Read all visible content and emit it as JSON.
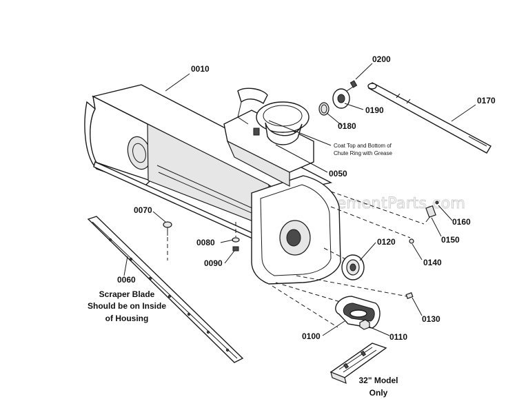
{
  "watermark": "eReplacementParts.com",
  "callouts": {
    "p0010": "0010",
    "p0200": "0200",
    "p0170": "0170",
    "p0190": "0190",
    "p0180": "0180",
    "p0050": "0050",
    "p0160": "0160",
    "p0150": "0150",
    "p0070": "0070",
    "p0080": "0080",
    "p0090": "0090",
    "p0120": "0120",
    "p0140": "0140",
    "p0060": "0060",
    "p0130": "0130",
    "p0100": "0100",
    "p0110": "0110"
  },
  "notes": {
    "grease_line1": "Coat Top and Bottom of",
    "grease_line2": "Chute Ring with Grease",
    "scraper_line1": "Scraper Blade",
    "scraper_line2": "Should be on Inside",
    "scraper_line3": "of Housing",
    "model_line1": "32\" Model",
    "model_line2": "Only"
  }
}
